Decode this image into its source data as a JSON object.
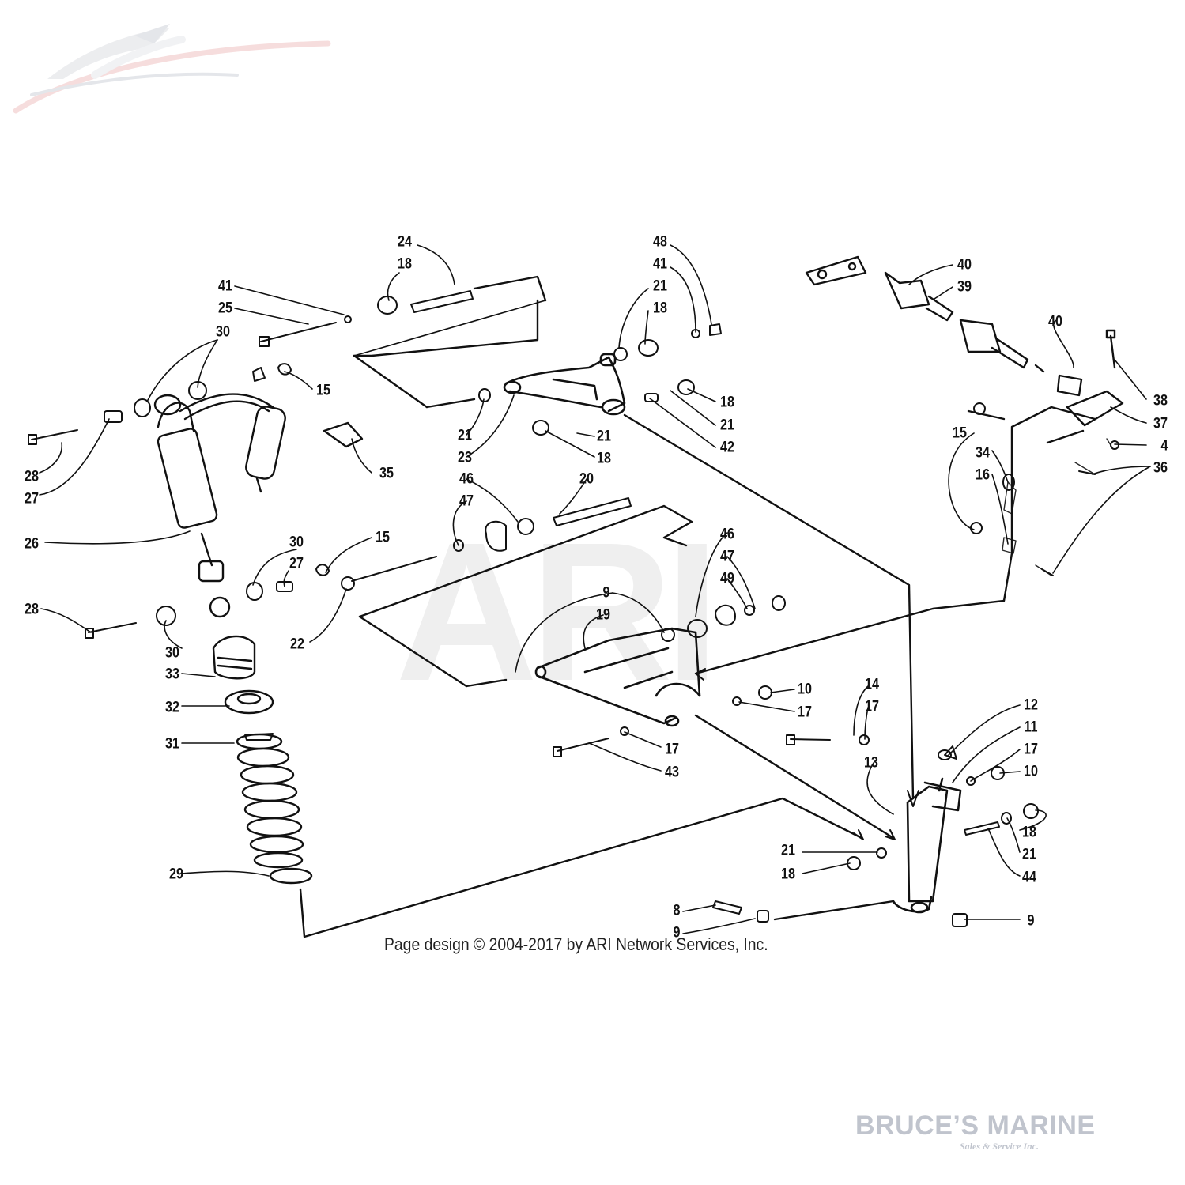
{
  "figure": {
    "copyright": "Page design © 2004-2017 by ARI Network Services, Inc.",
    "watermark_text": "ARI"
  },
  "logo": {
    "name": "BRUCE’S MARINE",
    "tagline": "Sales & Service Inc.",
    "colors": {
      "primary": "#8d95a6",
      "accent": "#e8a0a0"
    }
  },
  "callouts": [
    {
      "id": "c1",
      "label": "24"
    },
    {
      "id": "c2",
      "label": "18"
    },
    {
      "id": "c3",
      "label": "41"
    },
    {
      "id": "c4",
      "label": "25"
    },
    {
      "id": "c5",
      "label": "30"
    },
    {
      "id": "c6",
      "label": "15"
    },
    {
      "id": "c7",
      "label": "28"
    },
    {
      "id": "c8",
      "label": "27"
    },
    {
      "id": "c9",
      "label": "35"
    },
    {
      "id": "c10",
      "label": "26"
    },
    {
      "id": "c11",
      "label": "30"
    },
    {
      "id": "c12",
      "label": "27"
    },
    {
      "id": "c13",
      "label": "15"
    },
    {
      "id": "c14",
      "label": "28"
    },
    {
      "id": "c15",
      "label": "30"
    },
    {
      "id": "c16",
      "label": "33"
    },
    {
      "id": "c17",
      "label": "32"
    },
    {
      "id": "c18",
      "label": "31"
    },
    {
      "id": "c19",
      "label": "29"
    },
    {
      "id": "c20",
      "label": "22"
    },
    {
      "id": "c21",
      "label": "48"
    },
    {
      "id": "c22",
      "label": "41"
    },
    {
      "id": "c23",
      "label": "21"
    },
    {
      "id": "c24",
      "label": "18"
    },
    {
      "id": "c25",
      "label": "21"
    },
    {
      "id": "c26",
      "label": "23"
    },
    {
      "id": "c27",
      "label": "21"
    },
    {
      "id": "c28",
      "label": "18"
    },
    {
      "id": "c29",
      "label": "18"
    },
    {
      "id": "c30",
      "label": "21"
    },
    {
      "id": "c31",
      "label": "42"
    },
    {
      "id": "c32",
      "label": "46"
    },
    {
      "id": "c33",
      "label": "20"
    },
    {
      "id": "c34",
      "label": "47"
    },
    {
      "id": "c35",
      "label": "46"
    },
    {
      "id": "c36",
      "label": "47"
    },
    {
      "id": "c37",
      "label": "49"
    },
    {
      "id": "c38",
      "label": "9"
    },
    {
      "id": "c39",
      "label": "19"
    },
    {
      "id": "c40",
      "label": "10"
    },
    {
      "id": "c41",
      "label": "17"
    },
    {
      "id": "c42",
      "label": "14"
    },
    {
      "id": "c43",
      "label": "17"
    },
    {
      "id": "c44",
      "label": "17"
    },
    {
      "id": "c45",
      "label": "43"
    },
    {
      "id": "c46",
      "label": "40"
    },
    {
      "id": "c47",
      "label": "39"
    },
    {
      "id": "c48",
      "label": "40"
    },
    {
      "id": "c49",
      "label": "38"
    },
    {
      "id": "c50",
      "label": "37"
    },
    {
      "id": "c51",
      "label": "4"
    },
    {
      "id": "c52",
      "label": "15"
    },
    {
      "id": "c53",
      "label": "34"
    },
    {
      "id": "c54",
      "label": "16"
    },
    {
      "id": "c55",
      "label": "36"
    },
    {
      "id": "c56",
      "label": "12"
    },
    {
      "id": "c57",
      "label": "11"
    },
    {
      "id": "c58",
      "label": "17"
    },
    {
      "id": "c59",
      "label": "10"
    },
    {
      "id": "c60",
      "label": "13"
    },
    {
      "id": "c61",
      "label": "18"
    },
    {
      "id": "c62",
      "label": "21"
    },
    {
      "id": "c63",
      "label": "44"
    },
    {
      "id": "c64",
      "label": "21"
    },
    {
      "id": "c65",
      "label": "18"
    },
    {
      "id": "c66",
      "label": "8"
    },
    {
      "id": "c67",
      "label": "9"
    },
    {
      "id": "c68",
      "label": "9"
    }
  ]
}
